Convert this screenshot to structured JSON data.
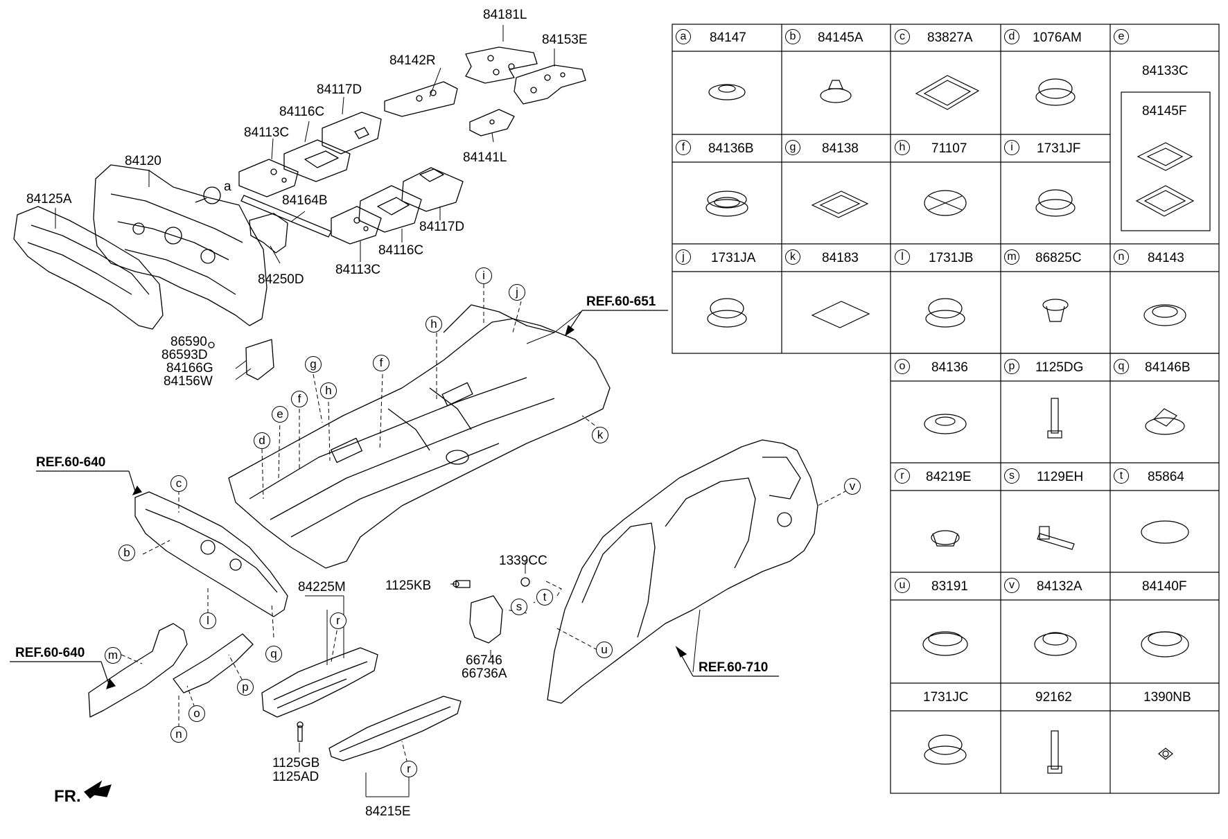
{
  "parts": {
    "p84181L": "84181L",
    "p84153E": "84153E",
    "p84142R": "84142R",
    "p84117D_top": "84117D",
    "p84116C_top": "84116C",
    "p84113C_top": "84113C",
    "p84120": "84120",
    "p84125A": "84125A",
    "p84164B": "84164B",
    "p84141L": "84141L",
    "p84250D": "84250D",
    "p84113C_bot": "84113C",
    "p84116C_bot": "84116C",
    "p84117D_bot": "84117D",
    "p86590": "86590",
    "p86593D": "86593D",
    "p84166G": "84166G",
    "p84156W": "84156W",
    "p84225M": "84225M",
    "p1339CC": "1339CC",
    "p1125KB": "1125KB",
    "p66746": "66746",
    "p66736A": "66736A",
    "p1125GB": "1125GB",
    "p1125AD": "1125AD",
    "p84215E": "84215E"
  },
  "refs": {
    "r651": "REF.60-651",
    "r640a": "REF.60-640",
    "r640b": "REF.60-640",
    "r710": "REF.60-710"
  },
  "callouts": {
    "a": "a",
    "b": "b",
    "c": "c",
    "d": "d",
    "e": "e",
    "f1": "f",
    "f2": "f",
    "g": "g",
    "h1": "h",
    "h2": "h",
    "i": "i",
    "j": "j",
    "k": "k",
    "l": "l",
    "m": "m",
    "n": "n",
    "o": "o",
    "p": "p",
    "q": "q",
    "r1": "r",
    "r2": "r",
    "s": "s",
    "t": "t",
    "u": "u",
    "v": "v"
  },
  "front_label": "FR.",
  "legend": {
    "row1": [
      {
        "letter": "a",
        "code": "84147"
      },
      {
        "letter": "b",
        "code": "84145A"
      },
      {
        "letter": "c",
        "code": "83827A"
      },
      {
        "letter": "d",
        "code": "1076AM"
      },
      {
        "letter": "e",
        "code": ""
      }
    ],
    "e_codes": {
      "upper": "84133C",
      "lower": "84145F"
    },
    "row2": [
      {
        "letter": "f",
        "code": "84136B"
      },
      {
        "letter": "g",
        "code": "84138"
      },
      {
        "letter": "h",
        "code": "71107"
      },
      {
        "letter": "i",
        "code": "1731JF"
      }
    ],
    "row3": [
      {
        "letter": "j",
        "code": "1731JA"
      },
      {
        "letter": "k",
        "code": "84183"
      },
      {
        "letter": "l",
        "code": "1731JB"
      },
      {
        "letter": "m",
        "code": "86825C"
      },
      {
        "letter": "n",
        "code": "84143"
      }
    ],
    "row4": [
      {
        "letter": "o",
        "code": "84136"
      },
      {
        "letter": "p",
        "code": "1125DG"
      },
      {
        "letter": "q",
        "code": "84146B"
      }
    ],
    "row5": [
      {
        "letter": "r",
        "code": "84219E"
      },
      {
        "letter": "s",
        "code": "1129EH"
      },
      {
        "letter": "t",
        "code": "85864"
      }
    ],
    "row6": [
      {
        "letter": "u",
        "code": "83191"
      },
      {
        "letter": "v",
        "code": "84132A"
      },
      {
        "letter": "",
        "code": "84140F"
      }
    ],
    "row7": [
      {
        "letter": "",
        "code": "1731JC"
      },
      {
        "letter": "",
        "code": "92162"
      },
      {
        "letter": "",
        "code": "1390NB"
      }
    ]
  }
}
